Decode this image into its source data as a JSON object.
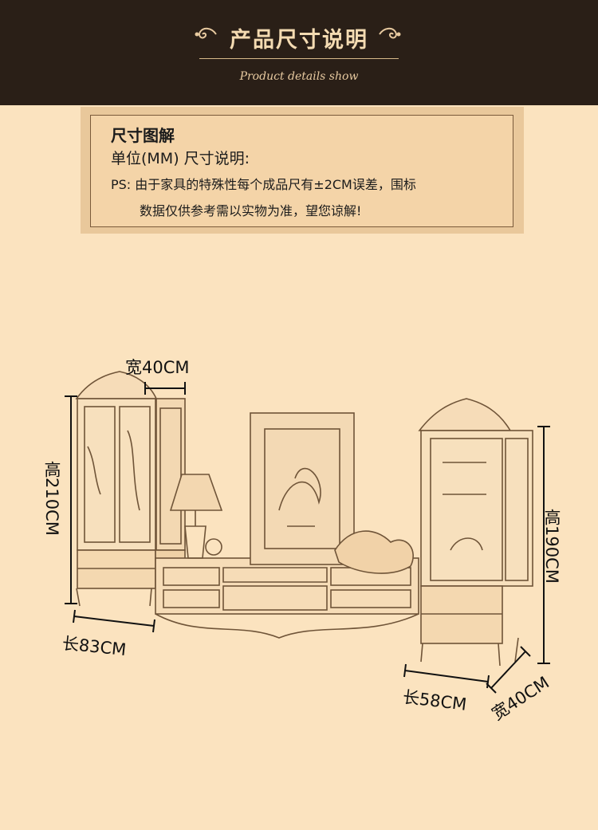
{
  "header": {
    "title": "产品尺寸说明",
    "subtitle": "Product details show"
  },
  "info": {
    "heading": "尺寸图解",
    "unit_line": "单位(MM)  尺寸说明:",
    "note_line1": "PS:  由于家具的特殊性每个成品尺有±2CM误差，围标",
    "note_line2": "数据仅供参考需以实物为准，望您谅解!"
  },
  "dimensions": {
    "left_width": "宽40CM",
    "left_height": "高210CM",
    "left_length": "长83CM",
    "right_height": "高190CM",
    "right_length": "长58CM",
    "right_width": "宽40CM"
  },
  "colors": {
    "background": "#fbe3bf",
    "header": "#2a1f17",
    "header_text": "#f4dbb2"
  }
}
